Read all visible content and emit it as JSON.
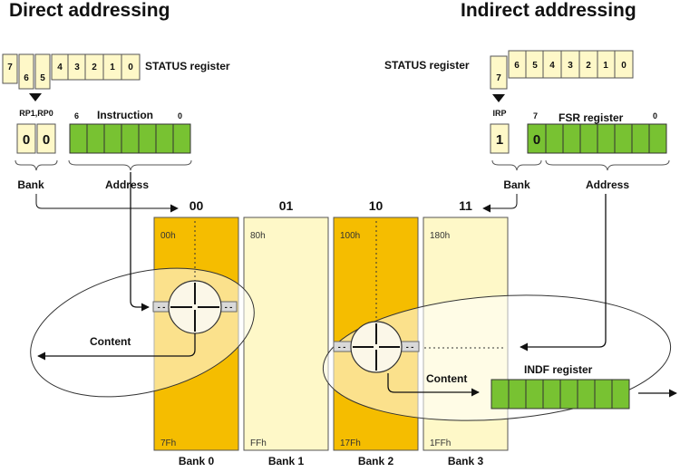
{
  "titles": {
    "left": "Direct addressing",
    "right": "Indirect addressing"
  },
  "direct": {
    "status_label": "STATUS register",
    "status_bits": [
      "7",
      "6",
      "5",
      "4",
      "3",
      "2",
      "1",
      "0"
    ],
    "rp_label": "RP1,RP0",
    "rp_values": [
      "0",
      "0"
    ],
    "instruction_label": "Instruction",
    "instruction_hi": "6",
    "instruction_lo": "0",
    "bank_label": "Bank",
    "address_label": "Address",
    "content_label": "Content"
  },
  "indirect": {
    "status_label": "STATUS register",
    "status_bits": [
      "7",
      "6",
      "5",
      "4",
      "3",
      "2",
      "1",
      "0"
    ],
    "irp_label": "IRP",
    "irp_value": "1",
    "fsr_hi": "7",
    "fsr_label": "FSR register",
    "fsr_lo": "0",
    "fsr_bit7_value": "0",
    "bank_label": "Bank",
    "address_label": "Address",
    "content_label": "Content",
    "indf_label": "INDF register"
  },
  "banks": [
    {
      "code": "00",
      "name": "Bank 0",
      "start": "00h",
      "end": "7Fh",
      "color": "#f5bd00"
    },
    {
      "code": "01",
      "name": "Bank 1",
      "start": "80h",
      "end": "FFh",
      "color": "#fef8c8"
    },
    {
      "code": "10",
      "name": "Bank 2",
      "start": "100h",
      "end": "17Fh",
      "color": "#f5bd00"
    },
    {
      "code": "11",
      "name": "Bank 3",
      "start": "180h",
      "end": "1FFh",
      "color": "#fef8c8"
    }
  ],
  "colors": {
    "register_yellow": "#fef8c8",
    "register_green": "#78c232",
    "bank_dark": "#f5bd00",
    "bank_light": "#fef8c8"
  }
}
